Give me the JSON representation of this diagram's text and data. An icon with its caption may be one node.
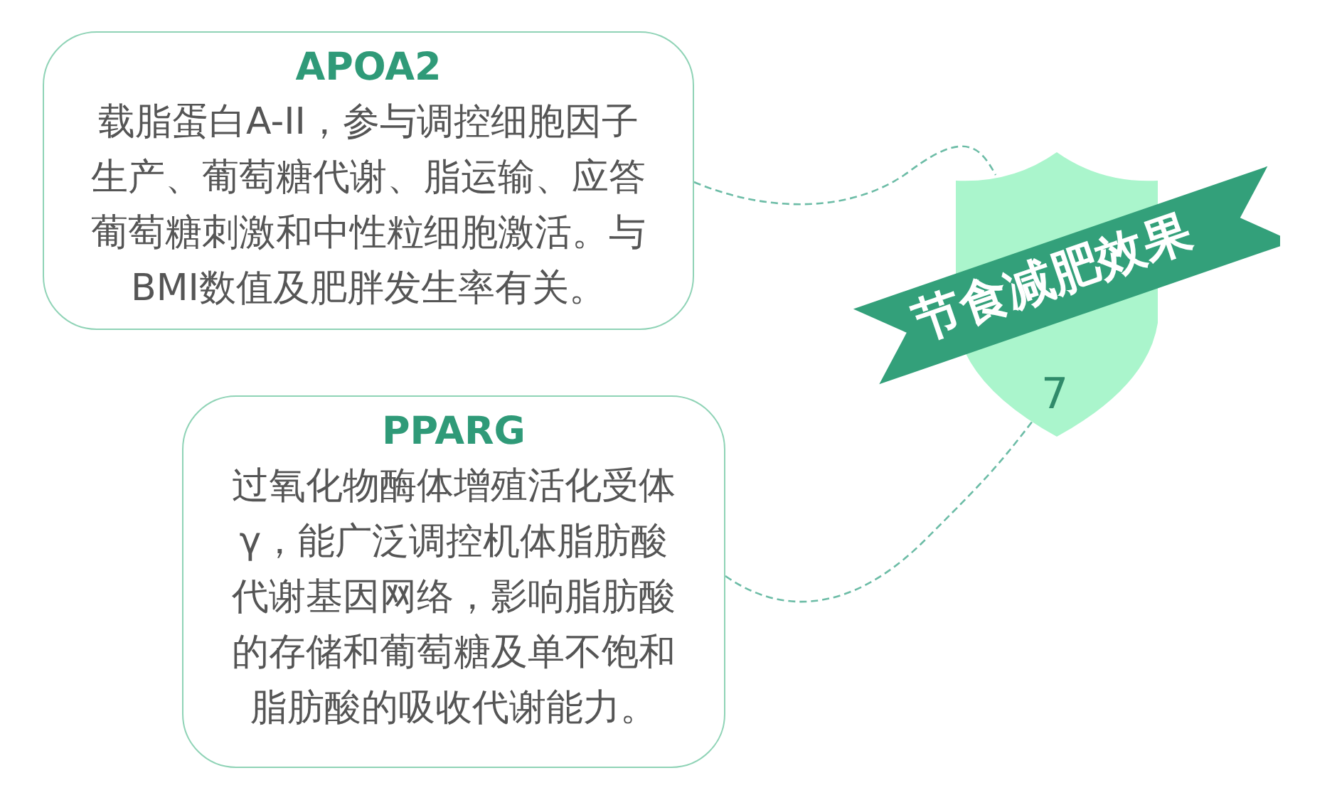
{
  "diagram": {
    "nodes": [
      {
        "text": [
          "APOA2",
          "载脂蛋白A-II，参与调控细胞因子生产、葡萄糖代谢、脂运输、应答葡萄糖刺激和中性粒细胞激活。与BMI数值及肥胖发生率有关。"
        ]
      },
      {
        "text": [
          "PPARG",
          "过氧化物酶体增殖活化受体γ，能广泛调控机体脂肪酸代谢基因网络，影响脂肪酸的存储和葡萄糖及单不饱和脂肪酸的吸收代谢能力。"
        ]
      },
      {
        "text": [
          "节食减肥效果",
          "7"
        ]
      }
    ],
    "edges": [
      {
        "from": 0,
        "to": 2,
        "arrow": "none",
        "style": "dashed"
      },
      {
        "from": 1,
        "to": 2,
        "arrow": "none",
        "style": "dashed"
      }
    ]
  }
}
